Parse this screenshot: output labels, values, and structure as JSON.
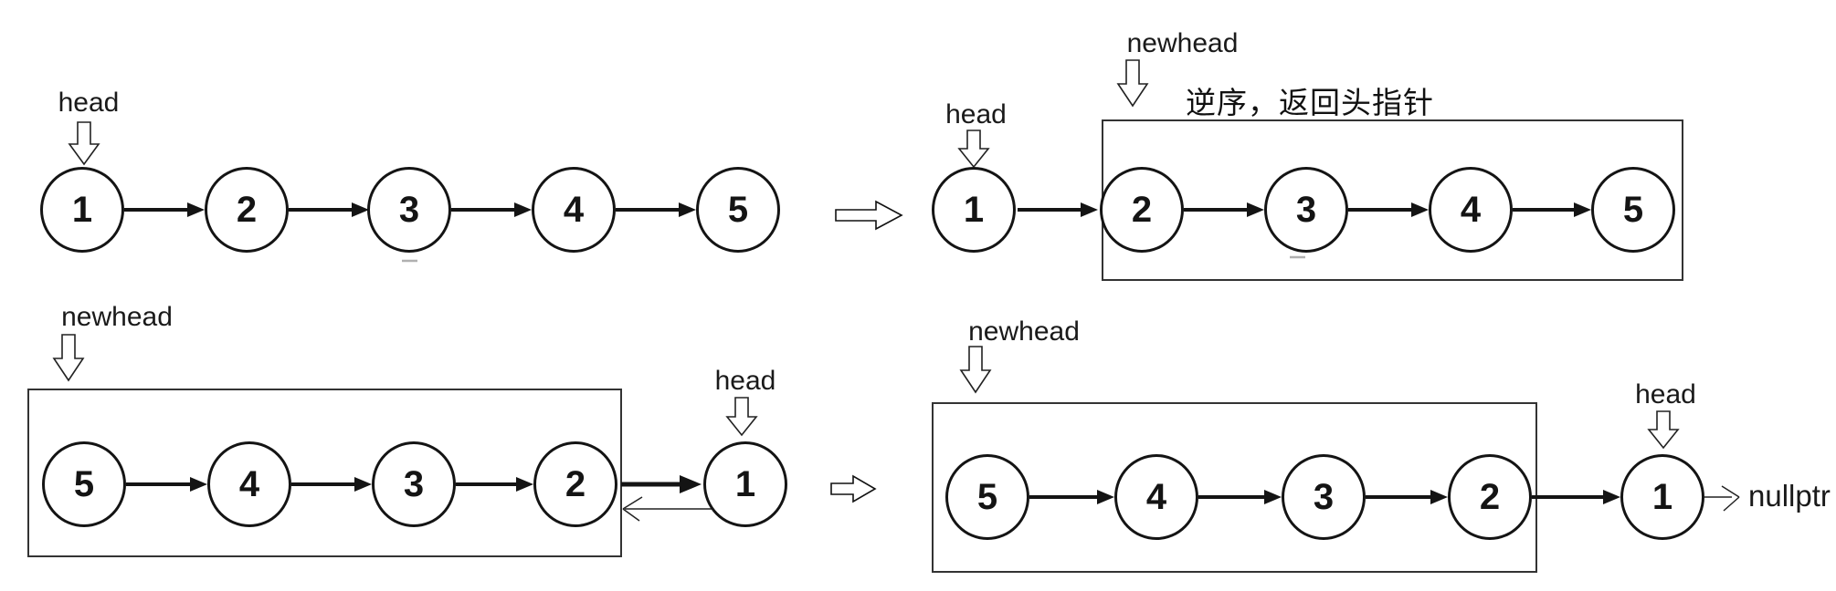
{
  "labels": {
    "head": "head",
    "newhead": "newhead"
  },
  "note": "逆序，返回头指针",
  "nullptr_label": "nullptr",
  "colors": {
    "stroke": "#141414",
    "box": "#333333",
    "faint_dash": "#b0b0b0",
    "background": "#ffffff"
  },
  "lists": [
    {
      "id": "original-list",
      "nodes": [
        "1",
        "2",
        "3",
        "4",
        "5"
      ]
    },
    {
      "id": "reversed-sublist",
      "nodes": [
        "1",
        "2",
        "3",
        "4",
        "5"
      ]
    },
    {
      "id": "relinked-list",
      "nodes": [
        "5",
        "4",
        "3",
        "2",
        "1"
      ]
    },
    {
      "id": "final-list",
      "nodes": [
        "5",
        "4",
        "3",
        "2",
        "1"
      ]
    }
  ]
}
